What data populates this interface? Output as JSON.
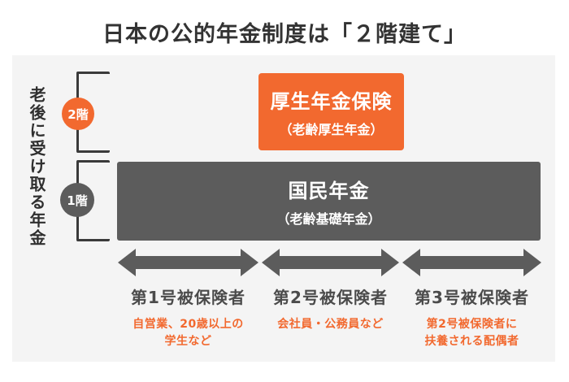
{
  "title": "日本の公的年金制度は「２階建て」",
  "side_label": "老後に受け取る年金",
  "colors": {
    "accent_orange": "#F2692F",
    "dark_gray": "#5C5C5C",
    "panel_background": "#F4F4F4",
    "title_text": "#333333",
    "bracket_line": "#3A3A3A",
    "group_label_text": "#4B4B4B"
  },
  "floors": [
    {
      "badge": "2階",
      "box_title": "厚生年金保険",
      "box_subtitle": "（老齢厚生年金）"
    },
    {
      "badge": "1階",
      "box_title": "国民年金",
      "box_subtitle": "（老齢基礎年金）"
    }
  ],
  "insured_groups": [
    {
      "label": "第1号被保険者",
      "description": "自営業、20歳以上の\n学生など"
    },
    {
      "label": "第2号被保険者",
      "description": "会社員・公務員など"
    },
    {
      "label": "第3号被保険者",
      "description": "第2号被保険者に\n扶養される配偶者"
    }
  ]
}
